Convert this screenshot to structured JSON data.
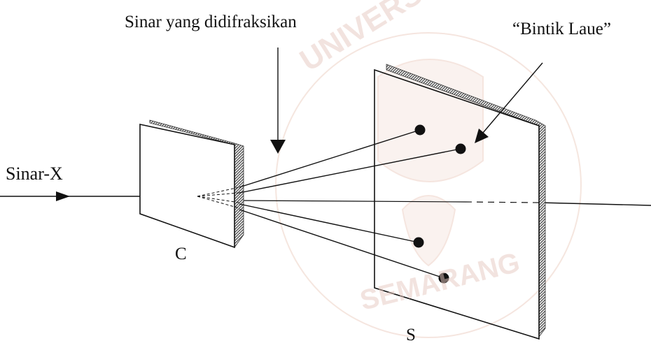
{
  "labels": {
    "diffracted_rays": "Sinar yang didifraksikan",
    "laue_spots": "“Bintik Laue”",
    "xray": "Sinar-X",
    "crystal": "C",
    "screen": "S"
  },
  "watermark": {
    "text_top": "UNIVERSITAS DIPONEGORO",
    "text_bottom": "SEMARANG",
    "color": "#c8876e"
  },
  "colors": {
    "ink": "#111111",
    "hatch": "#555555",
    "background": "#ffffff"
  }
}
